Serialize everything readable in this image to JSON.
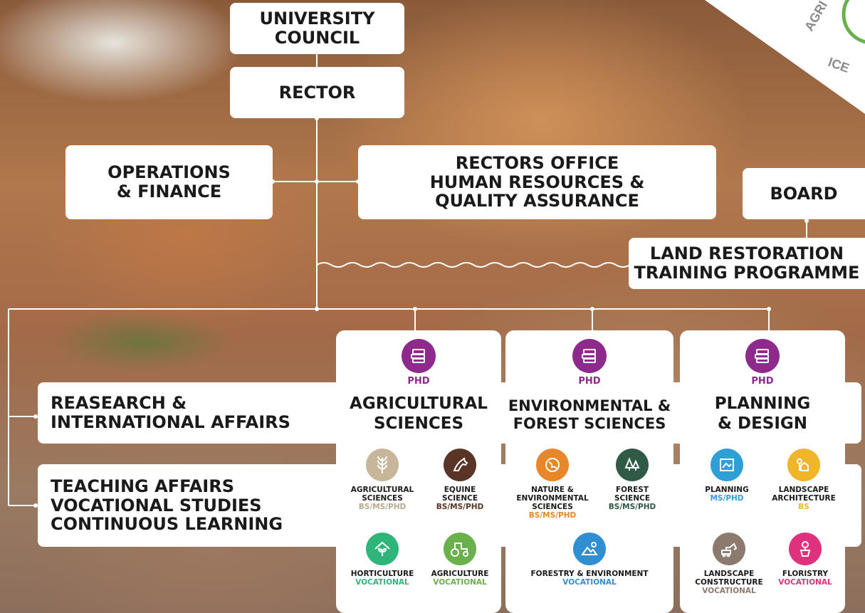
{
  "top_boxes": {
    "council": [
      "UNIVERSITY",
      "COUNCIL"
    ],
    "rector": "RECTOR",
    "operations": [
      "OPERATIONS",
      "& FINANCE"
    ],
    "rectors_office": [
      "RECTORS OFFICE",
      "HUMAN RESOURCES &",
      "QUALITY ASSURANCE"
    ],
    "board": "BOARD",
    "land_restoration": [
      "LAND RESTORATION",
      "TRAINING PROGRAMME"
    ]
  },
  "side_boxes": {
    "research": [
      "REASEARCH &",
      "INTERNATIONAL AFFAIRS"
    ],
    "teaching": [
      "TEACHING AFFAIRS",
      "VOCATIONAL STUDIES",
      "CONTINUOUS LEARNING"
    ]
  },
  "badge_text": [
    "AGRI",
    "ICE"
  ],
  "faculties": [
    {
      "phd": "PHD",
      "title": [
        "AGRICULTURAL",
        "SCIENCES"
      ],
      "programs": [
        {
          "name": [
            "AGRICULTURAL",
            "SCIENCES"
          ],
          "degree": "BS/MS/PHD",
          "degree_color": "#b8a88e",
          "icon_color": "#c7b699",
          "icon": "wheat-icon"
        },
        {
          "name": [
            "EQUINE",
            "SCIENCE"
          ],
          "degree": "BS/MS/PHD",
          "degree_color": "#5a3424",
          "icon_color": "#5a3424",
          "icon": "horse-icon"
        },
        {
          "name": [
            "HORTICULTURE"
          ],
          "degree": "VOCATIONAL",
          "degree_color": "#2fb57a",
          "icon_color": "#2fb57a",
          "icon": "plant-house-icon"
        },
        {
          "name": [
            "AGRICULTURE"
          ],
          "degree": "VOCATIONAL",
          "degree_color": "#6ab04c",
          "icon_color": "#6ab04c",
          "icon": "tractor-icon"
        }
      ]
    },
    {
      "phd": "PHD",
      "title": [
        "ENVIRONMENTAL &",
        "FOREST SCIENCES"
      ],
      "programs": [
        {
          "name": [
            "NATURE &",
            "ENVIRONMENTAL",
            "SCIENCES"
          ],
          "degree": "BS/MS/PHD",
          "degree_color": "#e8872a",
          "icon_color": "#e8872a",
          "icon": "globe-leaf-icon"
        },
        {
          "name": [
            "FOREST",
            "SCIENCE"
          ],
          "degree": "BS/MS/PHD",
          "degree_color": "#2f5a45",
          "icon_color": "#2f5a45",
          "icon": "trees-icon"
        },
        {
          "name": [
            "FORESTRY & ENVIRONMENT"
          ],
          "degree": "VOCATIONAL",
          "degree_color": "#2f8fd1",
          "icon_color": "#2f8fd1",
          "icon": "landscape-icon"
        }
      ]
    },
    {
      "phd": "PHD",
      "title": [
        "PLANNING",
        "& DESIGN"
      ],
      "programs": [
        {
          "name": [
            "PLANNING"
          ],
          "degree": "MS/PHD",
          "degree_color": "#2f9fd8",
          "icon_color": "#2f9fd8",
          "icon": "map-icon"
        },
        {
          "name": [
            "LANDSCAPE",
            "ARCHITECTURE"
          ],
          "degree": "BS",
          "degree_color": "#e8b82a",
          "icon_color": "#f0b62a",
          "icon": "house-tree-icon"
        },
        {
          "name": [
            "LANDSCAPE",
            "CONSTRUCTURE"
          ],
          "degree": "VOCATIONAL",
          "degree_color": "#8c7a6e",
          "icon_color": "#8c7a6e",
          "icon": "digger-icon"
        },
        {
          "name": [
            "FLORISTRY"
          ],
          "degree": "VOCATIONAL",
          "degree_color": "#e0317e",
          "icon_color": "#e0317e",
          "icon": "flower-pot-icon"
        }
      ]
    }
  ]
}
